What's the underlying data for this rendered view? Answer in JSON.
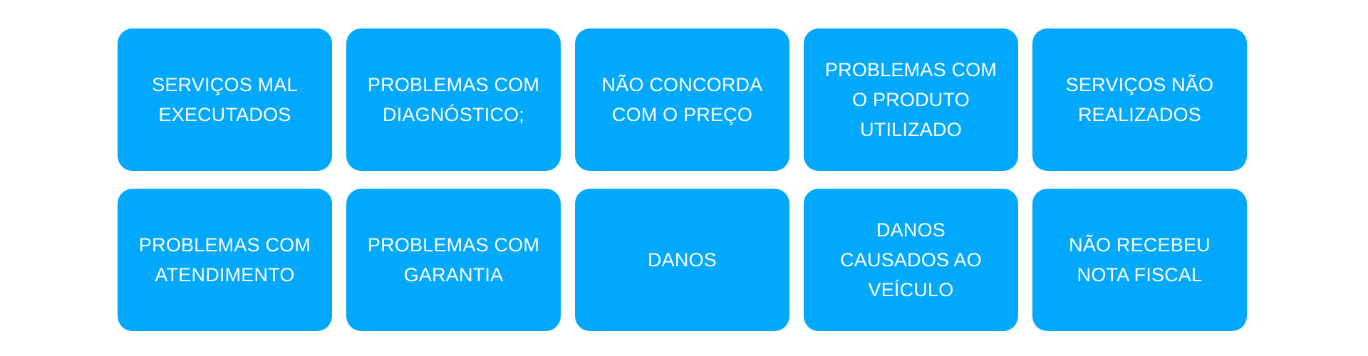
{
  "colors": {
    "background": "#ffffff",
    "tile": "#01a8fb",
    "text": "#ffffff"
  },
  "tiles": [
    {
      "label": "SERVIÇOS MAL\nEXECUTADOS"
    },
    {
      "label": "PROBLEMAS COM\nDIAGNÓSTICO;"
    },
    {
      "label": "NÃO CONCORDA\nCOM O PREÇO"
    },
    {
      "label": "PROBLEMAS COM\nO PRODUTO\nUTILIZADO"
    },
    {
      "label": "SERVIÇOS NÃO\nREALIZADOS"
    },
    {
      "label": "PROBLEMAS COM\nATENDIMENTO"
    },
    {
      "label": "PROBLEMAS COM\nGARANTIA"
    },
    {
      "label": "DANOS"
    },
    {
      "label": "DANOS\nCAUSADOS AO\nVEÍCULO"
    },
    {
      "label": "NÃO RECEBEU\nNOTA FISCAL"
    }
  ]
}
